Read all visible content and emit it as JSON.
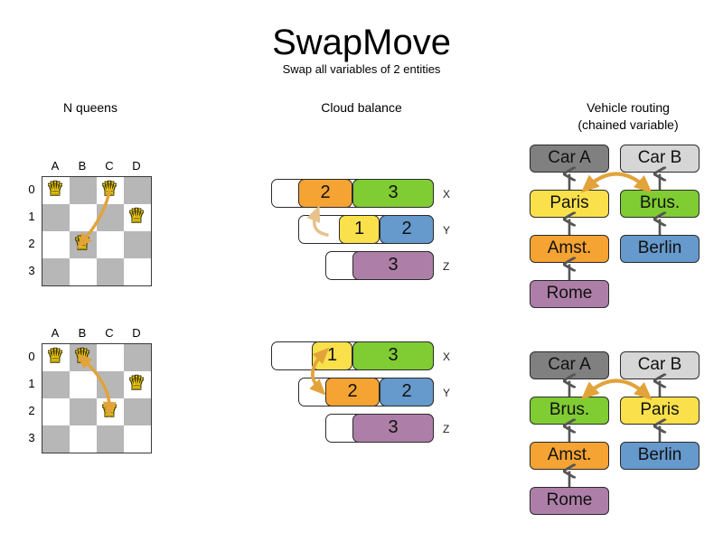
{
  "header": {
    "title": "SwapMove",
    "subtitle": "Swap all variables of 2 entities"
  },
  "columns": {
    "nqueens": "N queens",
    "cloud": "Cloud balance",
    "vrp_line1": "Vehicle routing",
    "vrp_line2": "(chained variable)"
  },
  "colors": {
    "orange": "#F5A333",
    "green": "#80CC33",
    "yellow": "#FAE14B",
    "blue": "#6699CC",
    "purple": "#AD7FA8",
    "car_a": "#808080",
    "car_b": "#D6D6D6",
    "arrow": "#E2A33A",
    "arrow_light": "#E7C28C",
    "board_dark": "#B7B7B7",
    "board_light": "#FFFFFF",
    "queen": "#F5D312",
    "stroke": "#2B2B2B"
  },
  "nqueens": {
    "files": [
      "A",
      "B",
      "C",
      "D"
    ],
    "ranks": [
      "0",
      "1",
      "2",
      "3"
    ],
    "before": {
      "queens": [
        {
          "file": 0,
          "rank": 0
        },
        {
          "file": 2,
          "rank": 0
        },
        {
          "file": 3,
          "rank": 1
        },
        {
          "file": 1,
          "rank": 2
        }
      ],
      "arrow": {
        "from_file": 2,
        "from_rank": 0,
        "to_file": 1,
        "to_rank": 2,
        "double": false
      }
    },
    "after": {
      "queens": [
        {
          "file": 0,
          "rank": 0
        },
        {
          "file": 1,
          "rank": 0
        },
        {
          "file": 3,
          "rank": 1
        },
        {
          "file": 2,
          "rank": 2
        }
      ],
      "arrow": {
        "from_file": 1,
        "from_rank": 0,
        "to_file": 2,
        "to_rank": 2,
        "double": true
      }
    },
    "queen_glyph": "♛"
  },
  "cloud": {
    "computer_labels": [
      "X",
      "Y",
      "Z"
    ],
    "before": [
      {
        "computer": "X",
        "processes": [
          {
            "value": "2",
            "color": "#F5A333"
          },
          {
            "value": "3",
            "color": "#80CC33"
          }
        ]
      },
      {
        "computer": "Y",
        "processes": [
          {
            "value": "1",
            "color": "#FAE14B"
          },
          {
            "value": "2",
            "color": "#6699CC"
          }
        ]
      },
      {
        "computer": "Z",
        "processes": [
          {
            "value": "3",
            "color": "#AD7FA8"
          }
        ]
      }
    ],
    "after": [
      {
        "computer": "X",
        "processes": [
          {
            "value": "1",
            "color": "#FAE14B"
          },
          {
            "value": "3",
            "color": "#80CC33"
          }
        ]
      },
      {
        "computer": "Y",
        "processes": [
          {
            "value": "2",
            "color": "#F5A333"
          },
          {
            "value": "2",
            "color": "#6699CC"
          }
        ]
      },
      {
        "computer": "Z",
        "processes": [
          {
            "value": "3",
            "color": "#AD7FA8"
          }
        ]
      }
    ]
  },
  "vrp": {
    "before": {
      "left_chain": [
        {
          "label": "Car A",
          "color": "#808080"
        },
        {
          "label": "Paris",
          "color": "#FAE14B"
        },
        {
          "label": "Amst.",
          "color": "#F5A333"
        },
        {
          "label": "Rome",
          "color": "#AD7FA8"
        }
      ],
      "right_chain": [
        {
          "label": "Car B",
          "color": "#D6D6D6"
        },
        {
          "label": "Brus.",
          "color": "#80CC33"
        },
        {
          "label": "Berlin",
          "color": "#6699CC"
        }
      ]
    },
    "after": {
      "left_chain": [
        {
          "label": "Car A",
          "color": "#808080"
        },
        {
          "label": "Brus.",
          "color": "#80CC33"
        },
        {
          "label": "Amst.",
          "color": "#F5A333"
        },
        {
          "label": "Rome",
          "color": "#AD7FA8"
        }
      ],
      "right_chain": [
        {
          "label": "Car B",
          "color": "#D6D6D6"
        },
        {
          "label": "Paris",
          "color": "#FAE14B"
        },
        {
          "label": "Berlin",
          "color": "#6699CC"
        }
      ]
    }
  }
}
